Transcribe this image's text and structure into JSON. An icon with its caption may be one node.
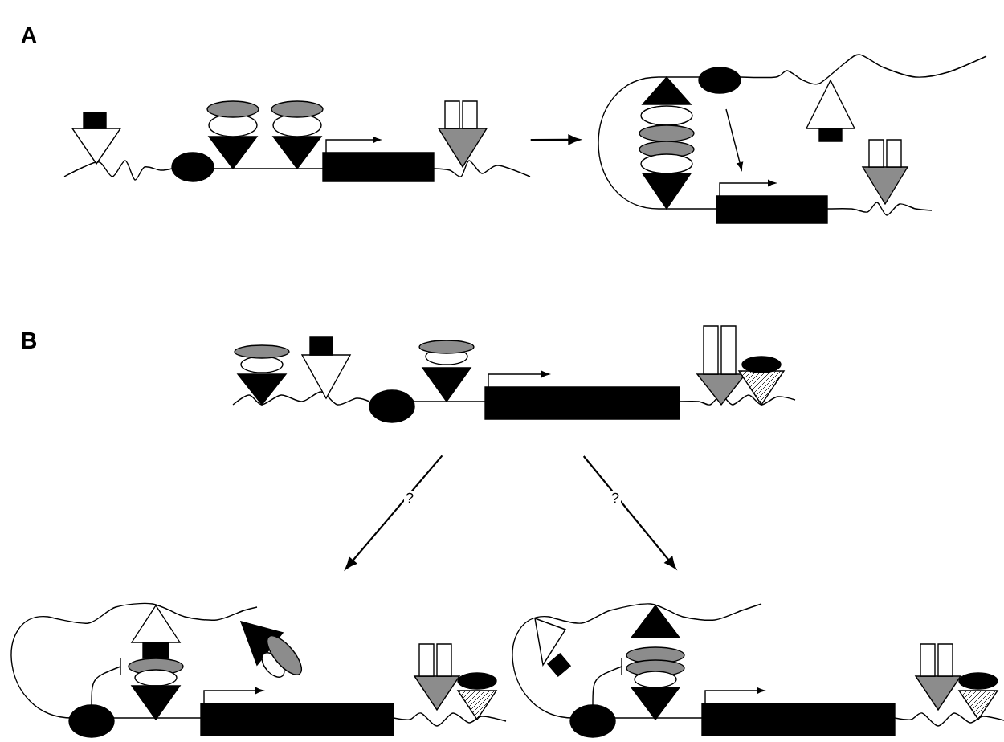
{
  "diagram": {
    "nodes": [
      {
        "text": [],
        "shape": "picture"
      },
      {
        "text": [],
        "shape": "picture"
      },
      {
        "text": [],
        "shape": "picture"
      },
      {
        "text": [],
        "shape": "picture"
      },
      {
        "text": [],
        "shape": "picture"
      }
    ],
    "edges": [
      {
        "from": 0,
        "to": 1,
        "arrow": "to"
      },
      {
        "from": 2,
        "to": 3,
        "arrow": "to",
        "label": "?"
      },
      {
        "from": 2,
        "to": 4,
        "arrow": "to",
        "label": "?"
      }
    ],
    "labels": [
      "A",
      "B"
    ]
  }
}
